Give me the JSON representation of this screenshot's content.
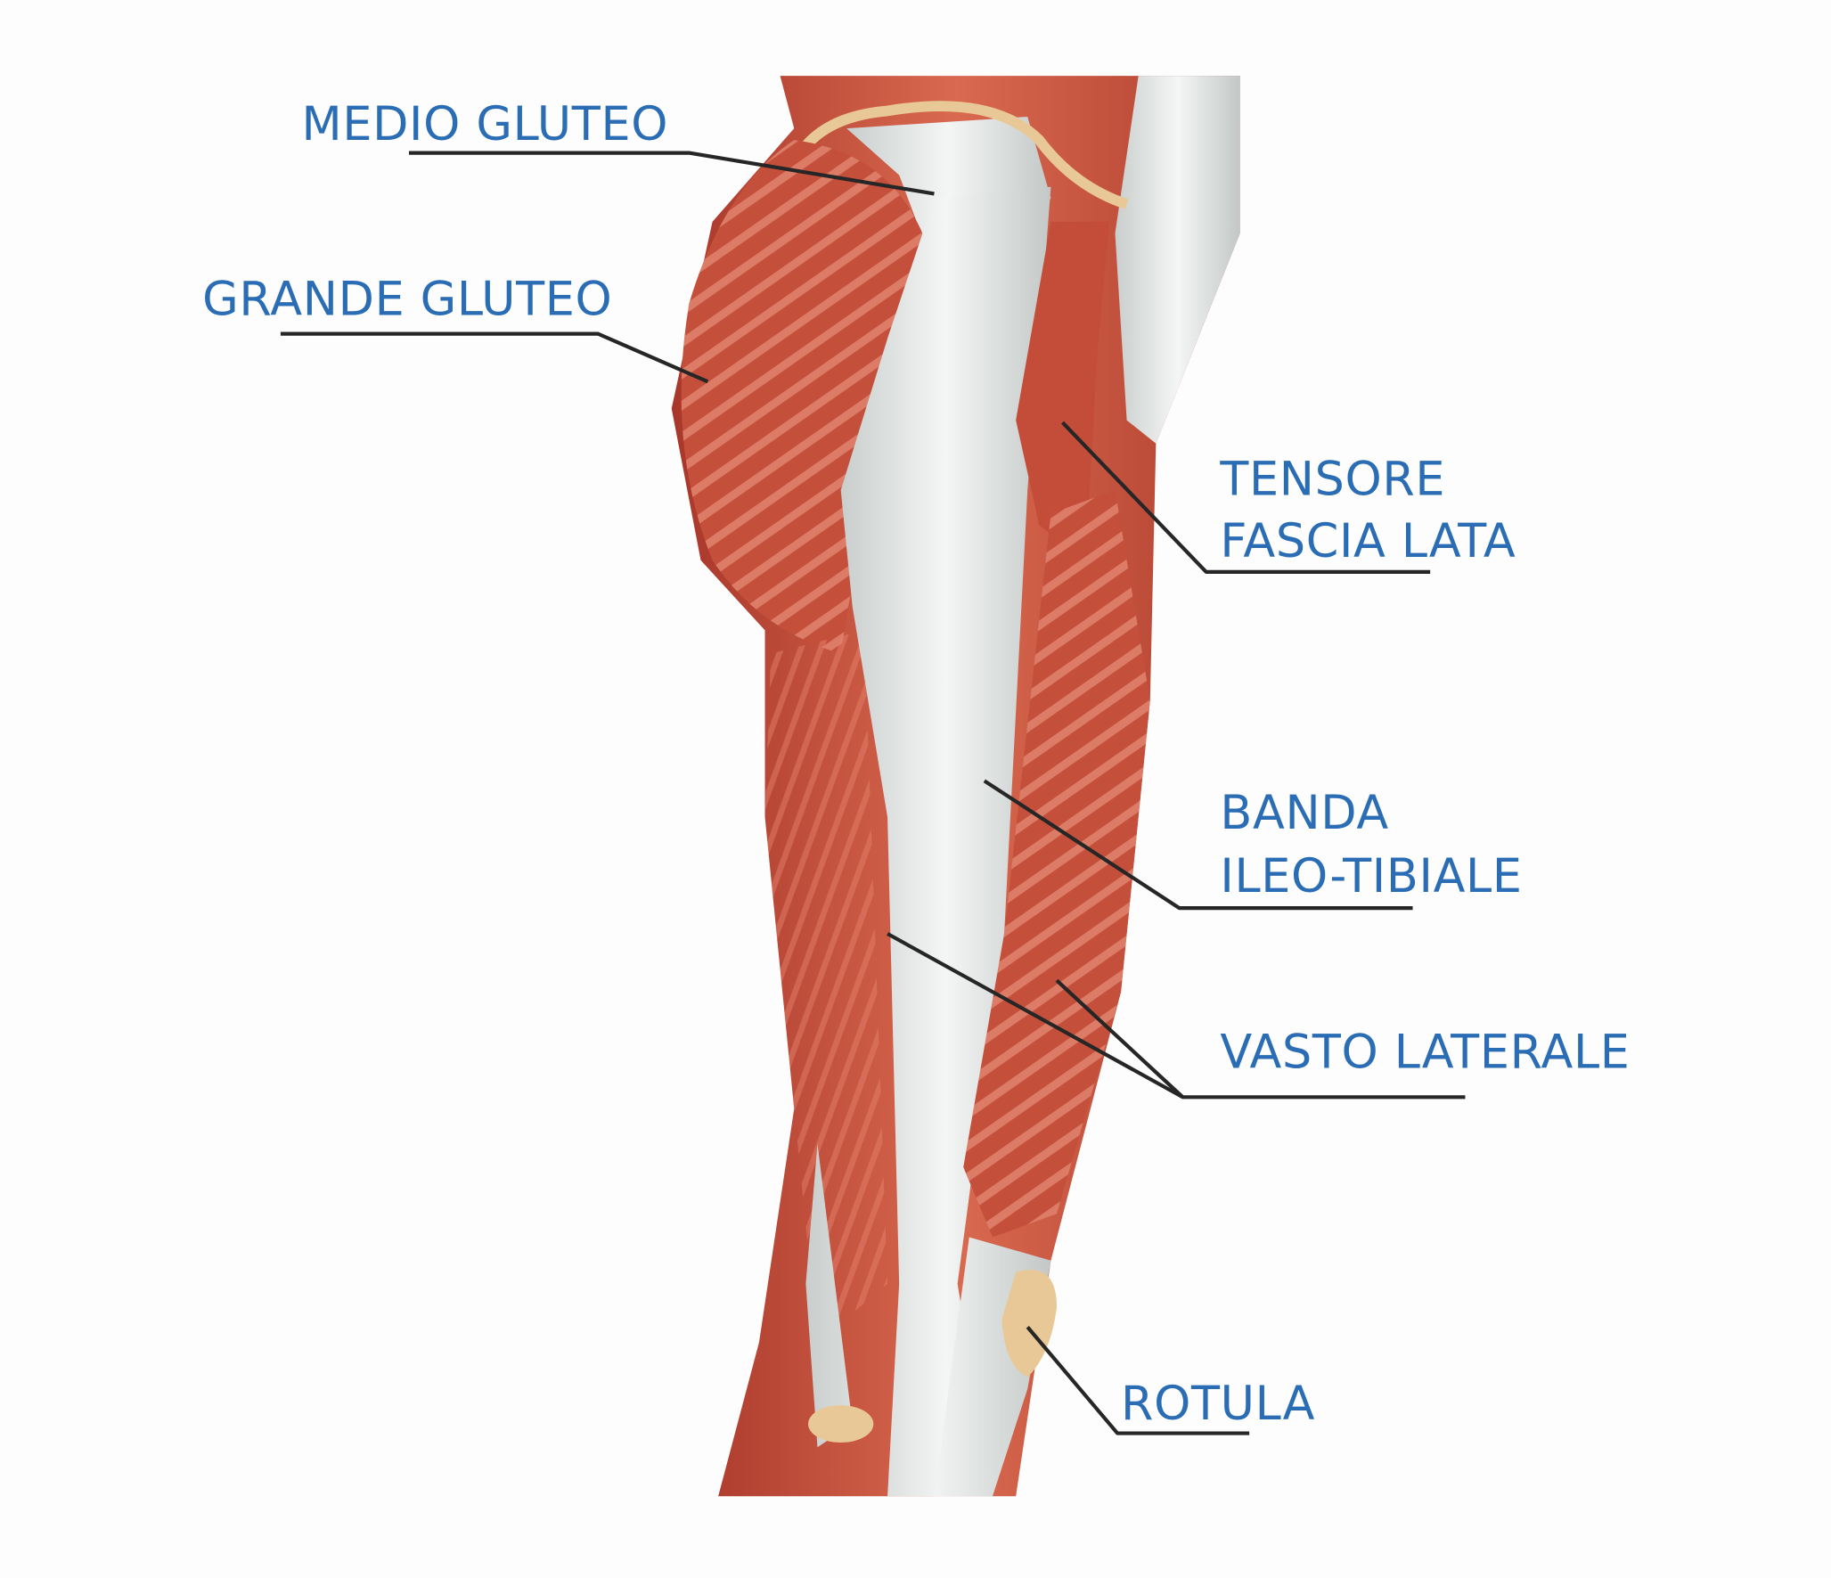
{
  "labels": {
    "medio_gluteo": "MEDIO GLUTEO",
    "grande_gluteo": "GRANDE GLUTEO",
    "tensore_line1": "TENSORE",
    "tensore_line2": "FASCIA LATA",
    "banda_line1": "BANDA",
    "banda_line2": "ILEO-TIBIALE",
    "vasto_laterale": "VASTO LATERALE",
    "rotula": "ROTULA"
  },
  "colors": {
    "label_text": "#2a6db4",
    "leader_line": "#262626",
    "muscle": "#c4553f",
    "tendon": "#e4e7e6",
    "bone": "#e8c896"
  }
}
